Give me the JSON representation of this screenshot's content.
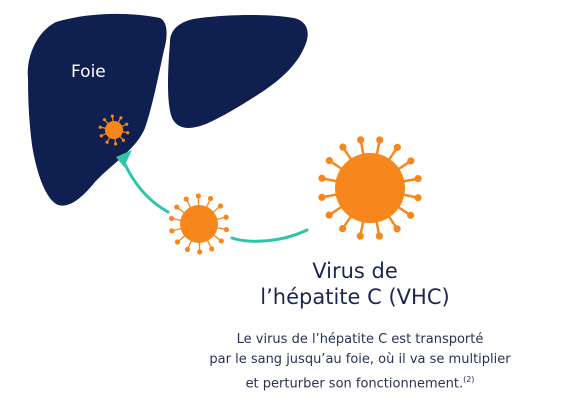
{
  "liver_label": "Foie",
  "title_line1": "Virus de",
  "title_line2": "l’hépatite C (VHC)",
  "description_line1": "Le virus de l’hépatite C est transporté",
  "description_line2": "par le sang jusqu’au foie, où il va se multiplier",
  "description_line3": "et perturber son fonctionnement.",
  "description_ref": "(2)",
  "colors": {
    "liver": "#0f1f4f",
    "virus": "#f7871d",
    "arrow": "#2ec6aa",
    "text": "#1b2651"
  },
  "icons": [
    "liver-illustration",
    "virus-icon",
    "arrow"
  ]
}
